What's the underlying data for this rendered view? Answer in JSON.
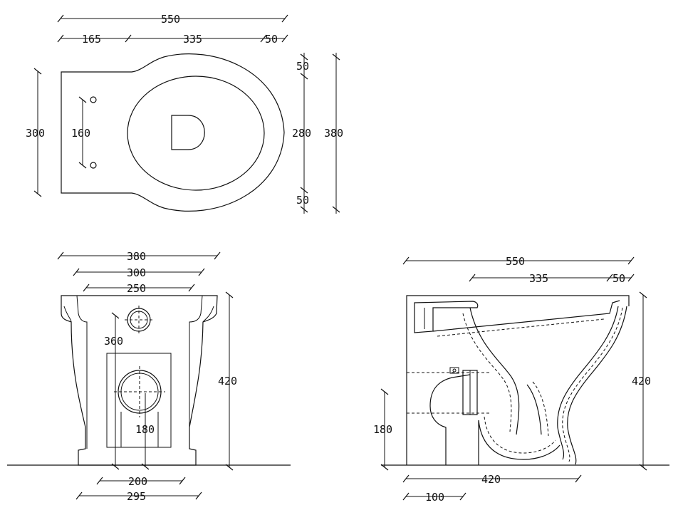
{
  "top_view": {
    "overall_length": "550",
    "seg_front": "165",
    "seg_bowl": "335",
    "seg_rim": "50",
    "overall_width": "300",
    "hole_spacing": "160",
    "rim_top": "50",
    "bowl_width": "280",
    "rim_bottom": "50",
    "bowl_outer_width": "380"
  },
  "front_view": {
    "top_width": "380",
    "mid_width": "300",
    "inner_width": "250",
    "inlet_height": "360",
    "height": "420",
    "outlet_height": "180",
    "base_inner": "200",
    "base_outer": "295"
  },
  "side_view": {
    "overall_length": "550",
    "bowl_length": "335",
    "rim": "50",
    "height": "420",
    "outlet_height": "180",
    "base_length": "420",
    "outlet_offset": "100"
  }
}
